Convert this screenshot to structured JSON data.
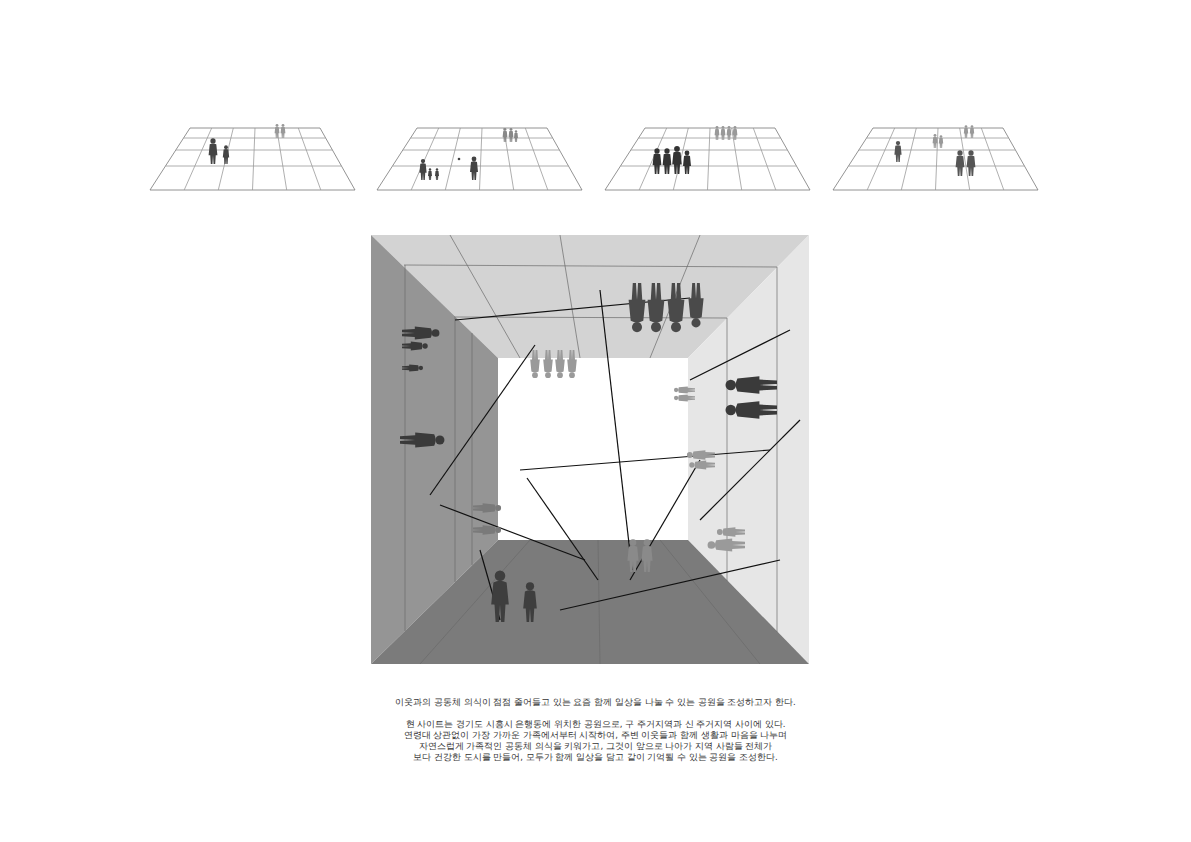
{
  "diagram": {
    "labels": [
      "이웃과의 공동체 의식이 점점 줄어들고 있는 요즘 함께 일상을 나눌 수 있는 공원을 조성하고자 한다.",
      "현 사이트는 경기도 시흥시 은행동에 위치한 공원으로, 구 주거지역과 신 주거지역 사이에 있다.",
      "연령대 상관없이 가장 가까운 가족에서부터 시작하여, 주변 이웃들과 함께 생활과 마음을 나누며",
      "자연스럽게 가족적인 공동체 의식을 키워가고, 그것이  앞으로 나아가 지역 사람들 전체가",
      "보다 건강한 도시를 만들어, 모두가 함께 일상을 담고 같이 기억될 수 있는 공원을 조성한다."
    ]
  }
}
